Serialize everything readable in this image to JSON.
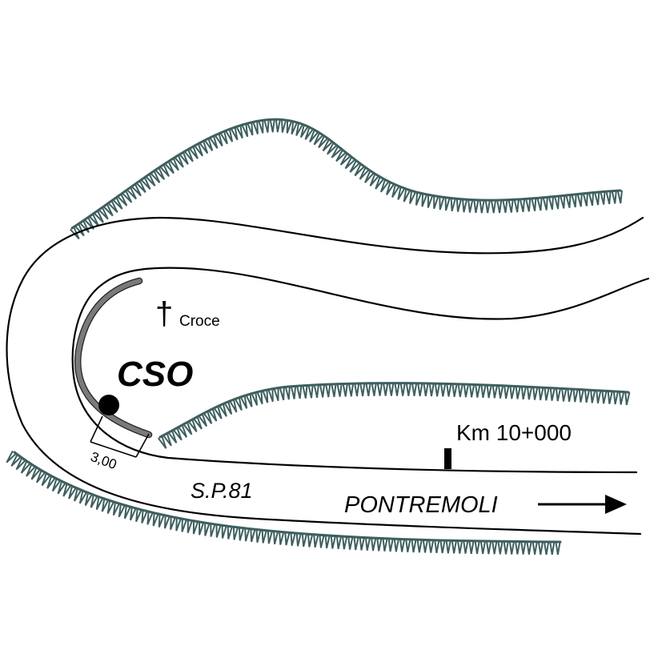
{
  "labels": {
    "cso": "CSO",
    "cross_symbol": "†",
    "croce": "Croce",
    "km_marker": "Km 10+000",
    "road_name": "S.P.81",
    "destination": "PONTREMOLI",
    "guardrail_distance": "3,00"
  },
  "colors": {
    "road_edge": "#000000",
    "embankment": "#3f5f5f",
    "guardrail": "#7a7a7a",
    "marker": "#000000"
  },
  "icons": {
    "cross": "latin-cross-icon",
    "direction": "arrow-right-icon",
    "collision_point": "filled-circle-icon",
    "km_post": "km-post-icon"
  }
}
